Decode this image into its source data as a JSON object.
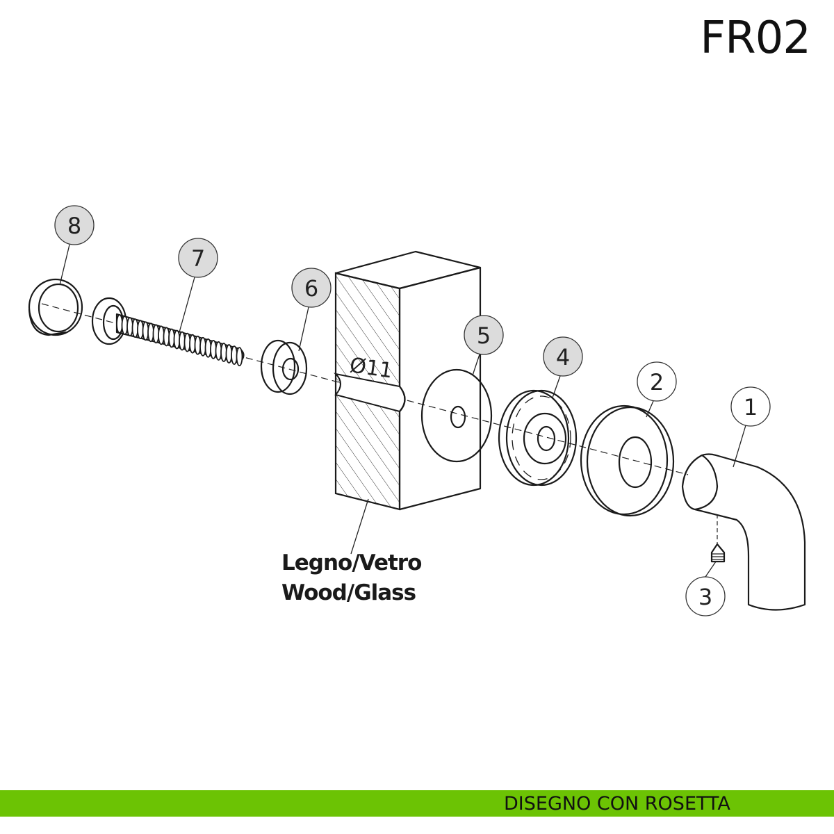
{
  "header": {
    "code": "FR02"
  },
  "diagram": {
    "material_label_it": "Legno/Vetro",
    "material_label_en": "Wood/Glass",
    "hole_diameter": "Ø11",
    "callouts": [
      {
        "number": "1",
        "shaded": false
      },
      {
        "number": "2",
        "shaded": false
      },
      {
        "number": "3",
        "shaded": false
      },
      {
        "number": "4",
        "shaded": true
      },
      {
        "number": "5",
        "shaded": true
      },
      {
        "number": "6",
        "shaded": true
      },
      {
        "number": "7",
        "shaded": true
      },
      {
        "number": "8",
        "shaded": true
      }
    ],
    "colors": {
      "shaded_callout": "#dcdcdc",
      "accent": "#6cc304"
    }
  },
  "footer": {
    "caption": "DISEGNO CON ROSETTA"
  }
}
